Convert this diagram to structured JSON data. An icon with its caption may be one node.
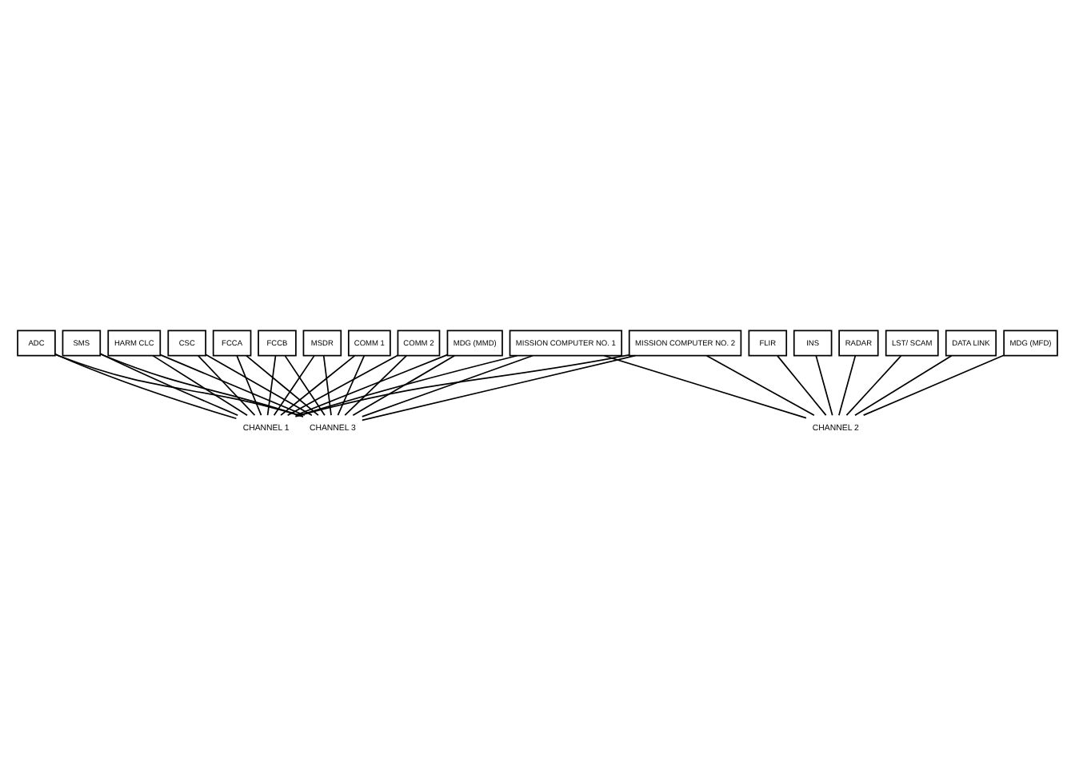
{
  "diagram": {
    "nodes": [
      {
        "text": [
          "ADC"
        ]
      },
      {
        "text": [
          "SMS"
        ]
      },
      {
        "text": [
          "HARM CLC"
        ]
      },
      {
        "text": [
          "FLIR"
        ]
      },
      {
        "text": [
          "CSC"
        ]
      },
      {
        "text": [
          "MISSION COMPUTER NO. 1"
        ]
      },
      {
        "text": [
          "INS"
        ]
      },
      {
        "text": [
          "FCCA"
        ]
      },
      {
        "text": [
          "RADAR"
        ]
      },
      {
        "text": [
          "CHANNEL 3"
        ]
      },
      {
        "text": [
          "FCCB"
        ]
      },
      {
        "text": [
          "LST/ SCAM"
        ]
      },
      {
        "text": [
          "MSDR"
        ]
      },
      {
        "text": [
          "MISSION COMPUTER NO. 2"
        ]
      },
      {
        "text": [
          "DATA LINK"
        ]
      },
      {
        "text": [
          "COMM 1"
        ]
      },
      {
        "text": [
          "COMM 2"
        ]
      },
      {
        "text": [
          "MDG (MMD)"
        ]
      },
      {
        "text": [
          "MDG (MFD)"
        ]
      },
      {
        "text": [
          "CHANNEL 1"
        ]
      },
      {
        "text": [
          "CHANNEL 2"
        ]
      }
    ],
    "edges": [
      {
        "from": 0,
        "to": 19,
        "arrow": "none"
      },
      {
        "from": 0,
        "to": 9,
        "arrow": "none"
      },
      {
        "from": 1,
        "to": 19,
        "arrow": "none"
      },
      {
        "from": 1,
        "to": 9,
        "arrow": "none"
      },
      {
        "from": 2,
        "to": 19,
        "arrow": "none"
      },
      {
        "from": 2,
        "to": 9,
        "arrow": "none"
      },
      {
        "from": 3,
        "to": 20,
        "arrow": "none"
      },
      {
        "from": 4,
        "to": 19,
        "arrow": "none"
      },
      {
        "from": 4,
        "to": 9,
        "arrow": "none"
      },
      {
        "from": 5,
        "to": 19,
        "arrow": "none"
      },
      {
        "from": 5,
        "to": 9,
        "arrow": "none"
      },
      {
        "from": 5,
        "to": 20,
        "arrow": "none"
      },
      {
        "from": 6,
        "to": 20,
        "arrow": "none"
      },
      {
        "from": 7,
        "to": 19,
        "arrow": "none"
      },
      {
        "from": 7,
        "to": 9,
        "arrow": "none"
      },
      {
        "from": 8,
        "to": 20,
        "arrow": "none"
      },
      {
        "from": 10,
        "to": 19,
        "arrow": "none"
      },
      {
        "from": 10,
        "to": 9,
        "arrow": "none"
      },
      {
        "from": 11,
        "to": 20,
        "arrow": "none"
      },
      {
        "from": 12,
        "to": 19,
        "arrow": "none"
      },
      {
        "from": 12,
        "to": 9,
        "arrow": "none"
      },
      {
        "from": 13,
        "to": 19,
        "arrow": "none"
      },
      {
        "from": 13,
        "to": 9,
        "arrow": "none"
      },
      {
        "from": 13,
        "to": 20,
        "arrow": "none"
      },
      {
        "from": 14,
        "to": 20,
        "arrow": "none"
      },
      {
        "from": 15,
        "to": 19,
        "arrow": "none"
      },
      {
        "from": 15,
        "to": 9,
        "arrow": "none"
      },
      {
        "from": 16,
        "to": 19,
        "arrow": "none"
      },
      {
        "from": 16,
        "to": 9,
        "arrow": "none"
      },
      {
        "from": 17,
        "to": 19,
        "arrow": "none"
      },
      {
        "from": 17,
        "to": 9,
        "arrow": "none"
      },
      {
        "from": 18,
        "to": 20,
        "arrow": "none"
      }
    ]
  }
}
